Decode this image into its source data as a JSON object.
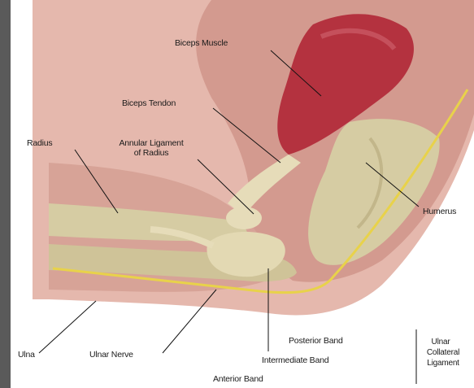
{
  "header_fragment": "",
  "labels": {
    "biceps_muscle": "Biceps Muscle",
    "biceps_tendon": "Biceps Tendon",
    "radius": "Radius",
    "annular_ligament_line1": "Annular Ligament",
    "annular_ligament_line2": "of Radius",
    "humerus": "Humerus",
    "ulna": "Ulna",
    "ulnar_nerve": "Ulnar Nerve",
    "posterior_band": "Posterior Band",
    "intermediate_band": "Intermediate Band",
    "anterior_band": "Anterior Band",
    "ucl_line1": "Ulnar",
    "ucl_line2": "Collateral",
    "ucl_line3": "Ligament"
  },
  "colors": {
    "skin_outer": "#d9a79b",
    "skin_inner": "#c98c80",
    "muscle": "#b4323f",
    "bone": "#d6cca3",
    "tendon": "#e6dcb9",
    "nerve": "#e8d24a",
    "leader_line": "#111111",
    "left_bar": "#5a5a5a"
  }
}
